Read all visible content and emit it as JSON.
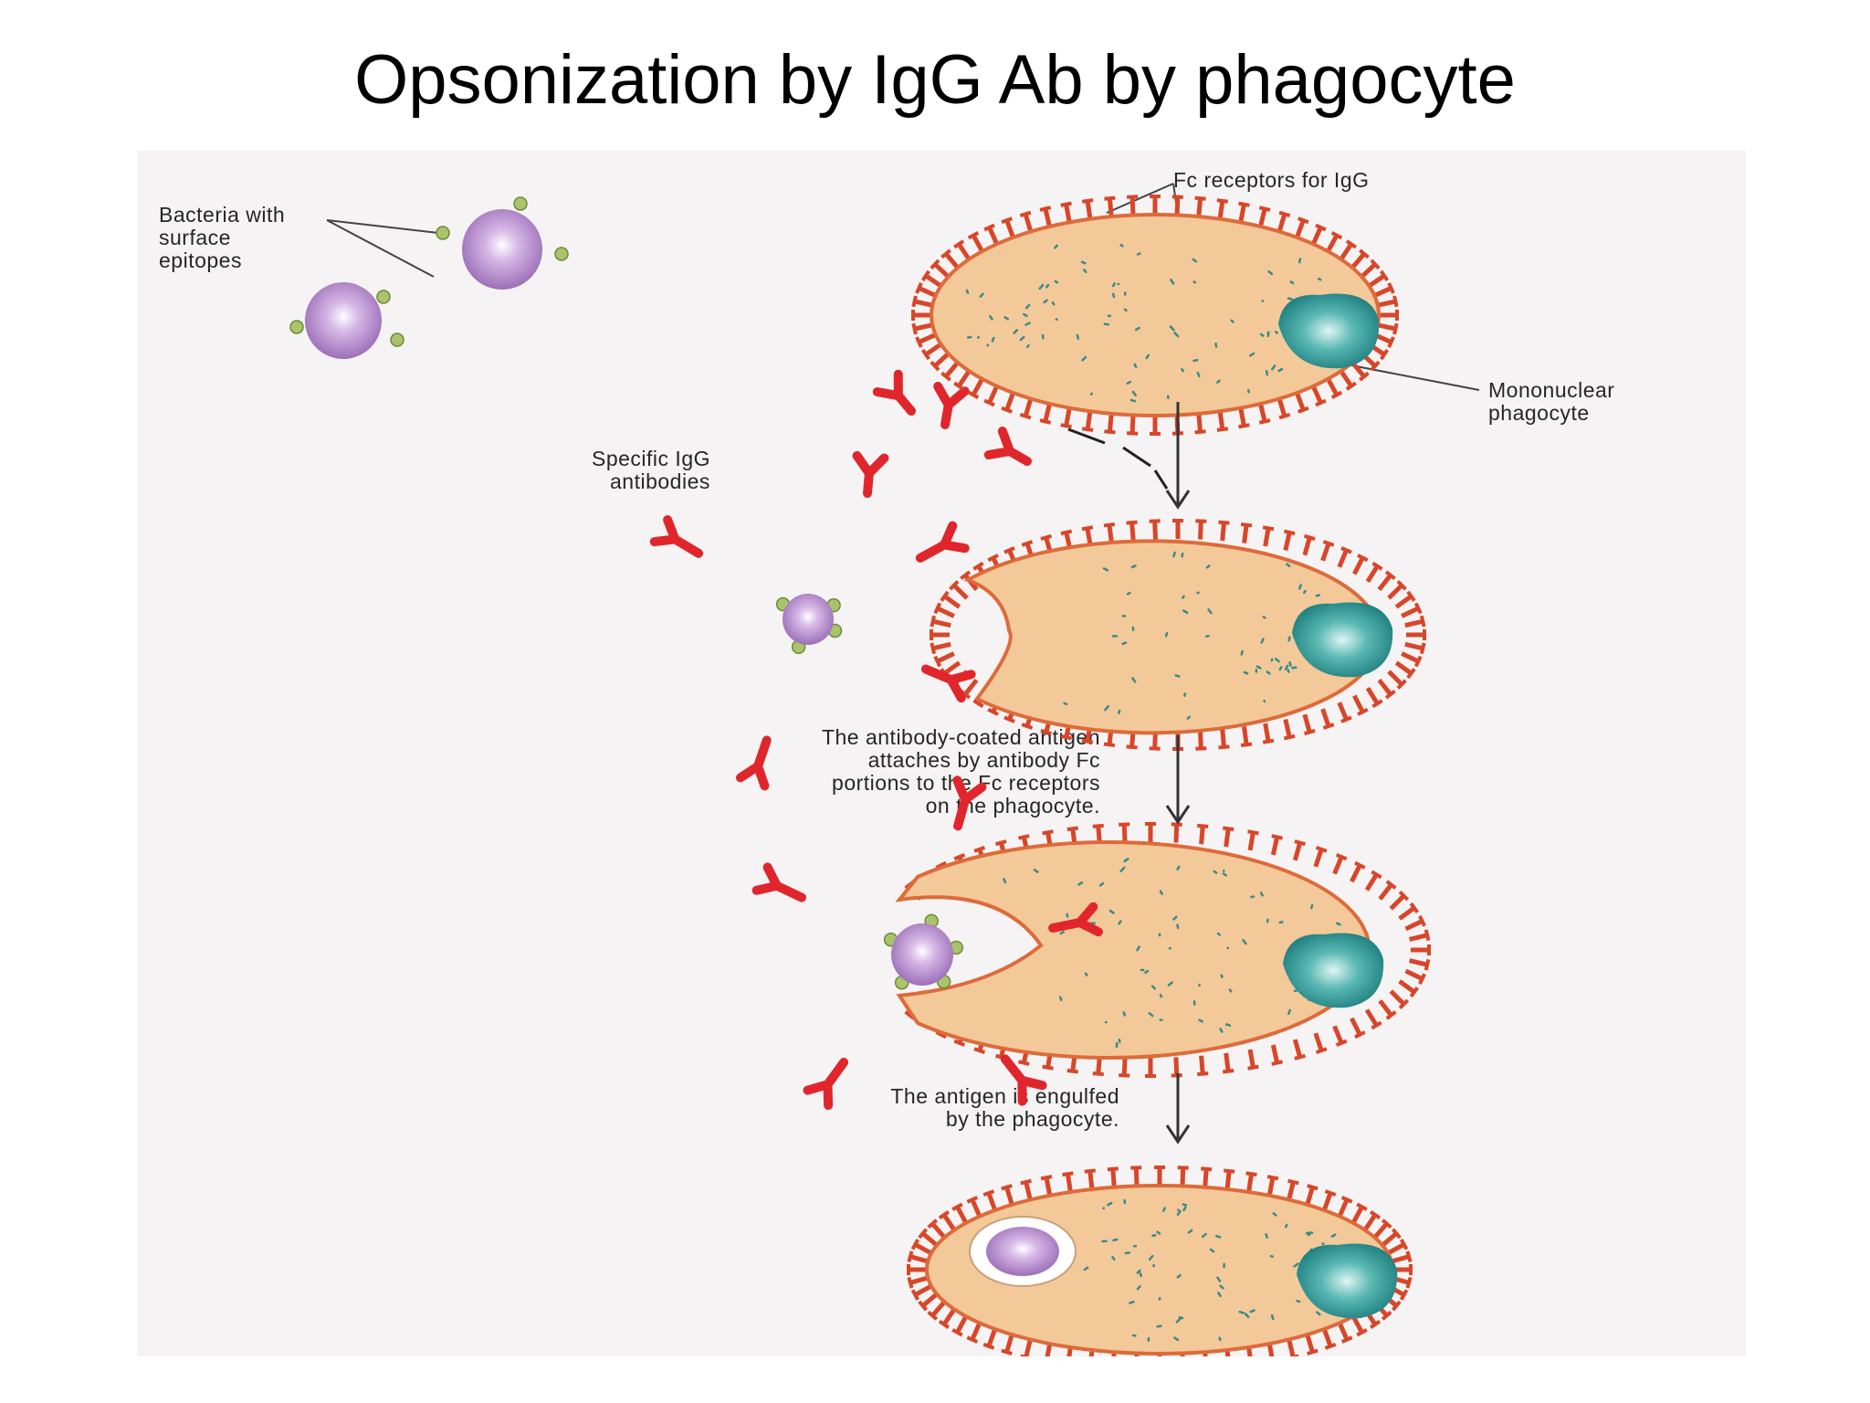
{
  "title": "Opsonization by IgG Ab by phagocyte",
  "labels": {
    "bacteria": [
      "Bacteria with",
      "surface",
      "epitopes"
    ],
    "fc_receptors": "Fc receptors for IgG",
    "mononuclear": [
      "Mononuclear",
      "phagocyte"
    ],
    "antibodies": [
      "Specific IgG",
      "antibodies"
    ],
    "attach": [
      "The antibody-coated antigen",
      "attaches by antibody Fc",
      "portions to the Fc receptors",
      "on the phagocyte."
    ],
    "engulf": [
      "The antigen is engulfed",
      "by the phagocyte."
    ]
  },
  "colors": {
    "cell_fill": "#f3c99a",
    "cell_border": "#de6a3a",
    "receptor": "#d8462a",
    "nucleus": "#2a9a9a",
    "antibody": "#e0262c",
    "bacterium": "#b58ac9",
    "epitope": "#a9c46a",
    "speckle": "#3a8a8a",
    "panel_bg": "#f5f3f3"
  },
  "icons": [
    "bacterium-icon",
    "antibody-icon",
    "fc-receptor-icon",
    "phagocyte-icon",
    "nucleus-icon",
    "down-arrow-icon"
  ]
}
